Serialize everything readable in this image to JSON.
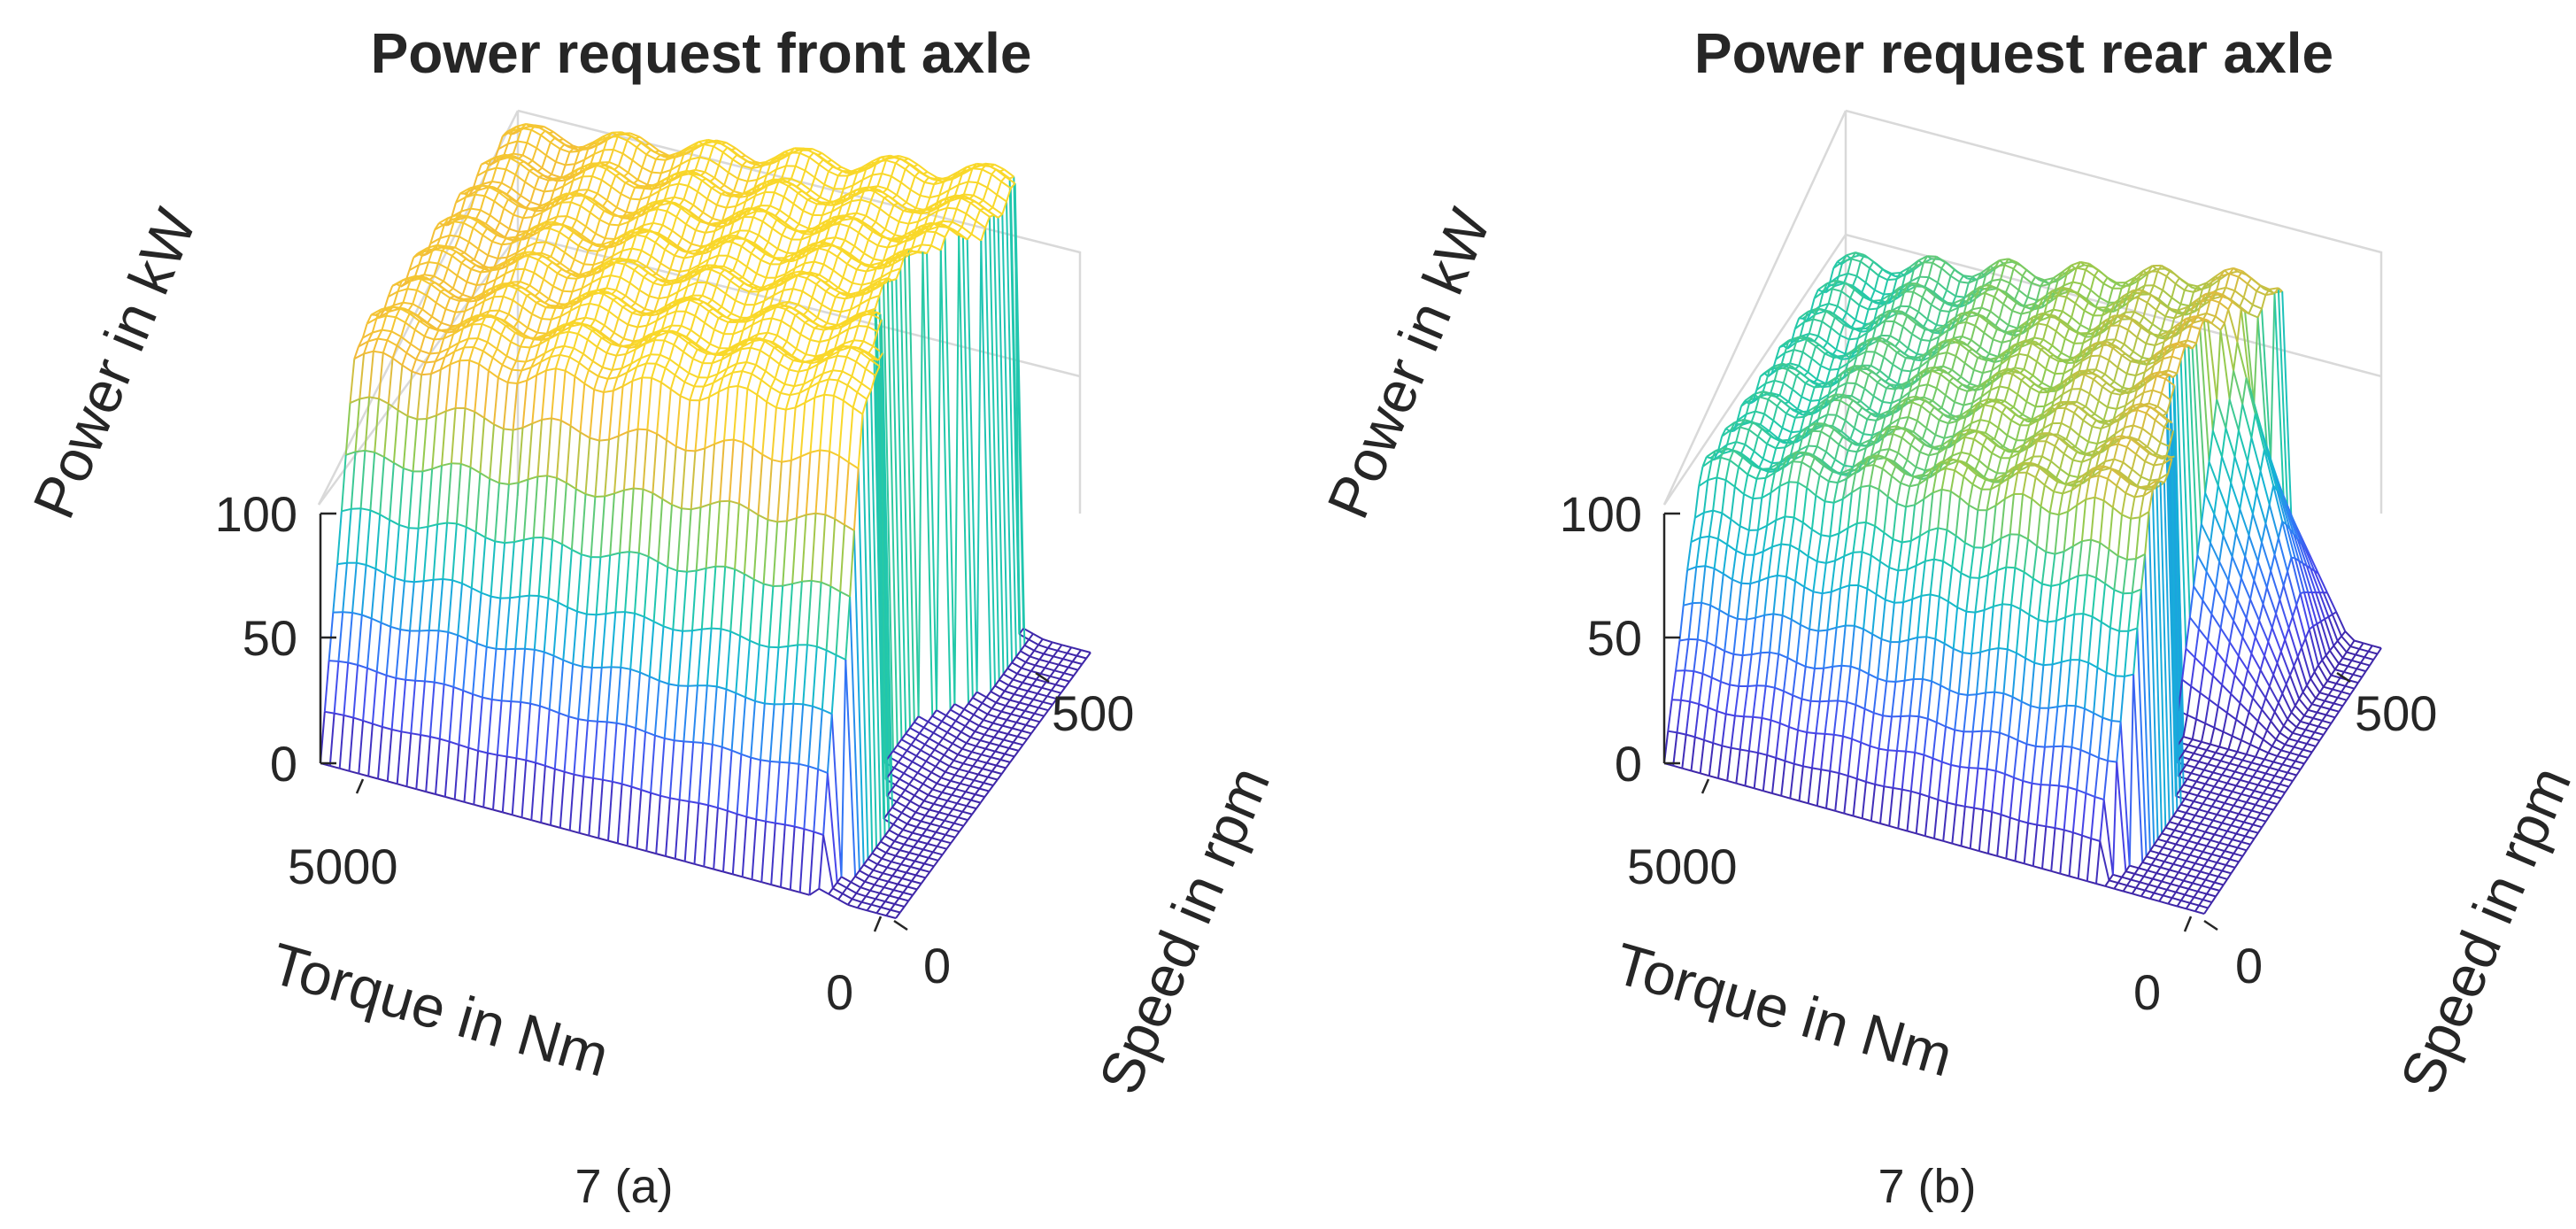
{
  "chart_data": [
    {
      "type": "surface",
      "title": "Power request front axle",
      "caption": "7 (a)",
      "xlabel": "Torque in Nm",
      "ylabel": "Speed in rpm",
      "zlabel": "Power in kW",
      "z_ticks": [
        "0",
        "50",
        "100"
      ],
      "x_ticks": [
        "5000",
        "0"
      ],
      "y_ticks": [
        "500",
        "0"
      ],
      "zlim": [
        0,
        200
      ],
      "plateau_kw": 150,
      "colormap": [
        "#3e26a8",
        "#4746eb",
        "#2f7df6",
        "#14b3d6",
        "#23c9a9",
        "#93ca4f",
        "#f1b93a",
        "#f9d82a"
      ]
    },
    {
      "type": "surface",
      "title": "Power request rear axle",
      "caption": "7 (b)",
      "xlabel": "Torque in Nm",
      "ylabel": "Speed in rpm",
      "zlabel": "Power in kW",
      "z_ticks": [
        "0",
        "50",
        "100"
      ],
      "x_ticks": [
        "5000",
        "0"
      ],
      "y_ticks": [
        "500",
        "0"
      ],
      "zlim": [
        0,
        200
      ],
      "plateau_kw": 95,
      "colormap": [
        "#3e26a8",
        "#4746eb",
        "#2f7df6",
        "#14b3d6",
        "#23c9a9",
        "#93ca4f",
        "#f1b93a",
        "#f9d82a"
      ]
    }
  ]
}
